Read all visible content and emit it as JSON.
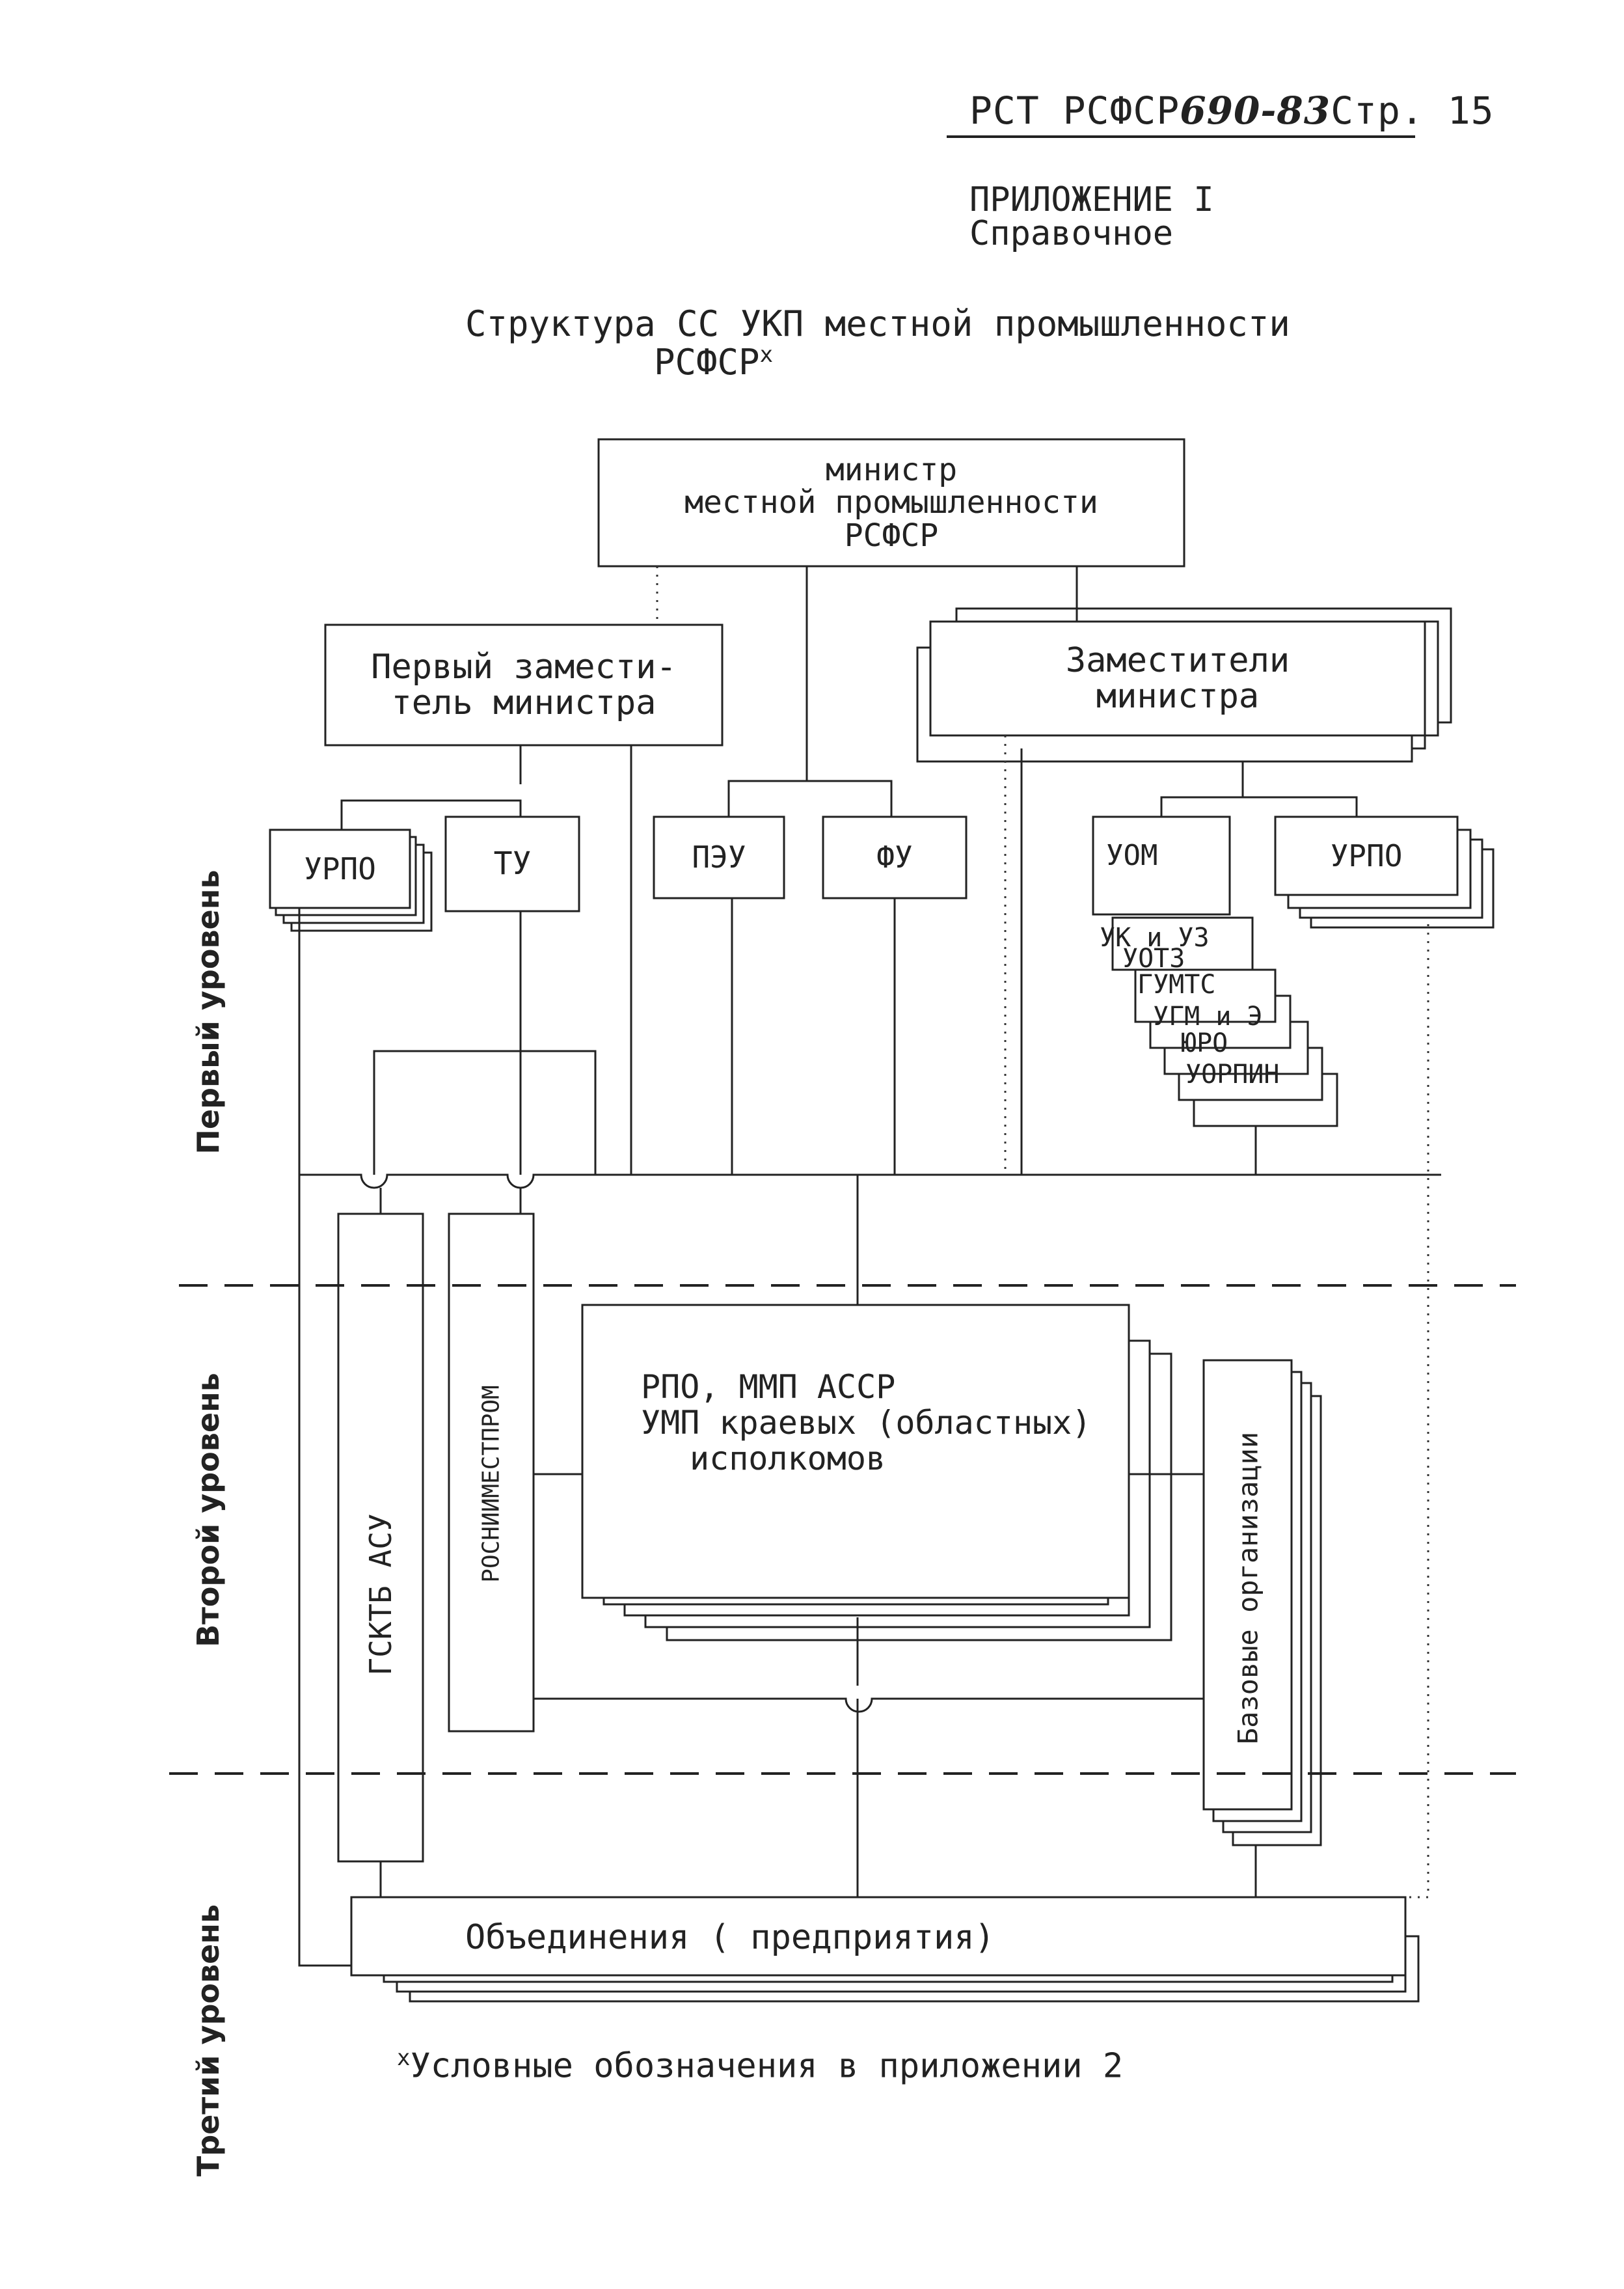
{
  "header": {
    "standard": "РСТ РСФСР",
    "number_handwritten": "690-83",
    "page": "Стр. 15"
  },
  "appendix": {
    "label": "ПРИЛОЖЕНИЕ I",
    "kind": "Справочное"
  },
  "title": {
    "line1": "Структура СС УКП местной промышленности",
    "line2": "РСФСР",
    "marker": "x"
  },
  "boxes": {
    "minister": [
      "министр",
      "местной промышленности",
      "РСФСР"
    ],
    "first_deputy": [
      "Первый замести-",
      "тель министра"
    ],
    "deputies": [
      "Заместители",
      "министра"
    ],
    "urpo_left": "УРПО",
    "tu": "ТУ",
    "peu": "ПЭУ",
    "fu": "ФУ",
    "uom_stack": [
      "УОМ",
      "УК и УЗ",
      "УОТЗ",
      "ГУМТС",
      "УГМ и Э",
      "ЮРО",
      "УОРПИН"
    ],
    "urpo_right": "УРПО",
    "gskt_asu": "ГСКТБ АСУ",
    "rosniimestprom": "РОСНИИМЕСТПРОМ",
    "rpo": [
      "РПО, ММП АССР",
      "УМП краевых (областных)",
      "исполкомов"
    ],
    "base_orgs": "Базовые организации",
    "enterprises": "Объединения ( предприятия)"
  },
  "levels": {
    "first": "Первый уровень",
    "second": "Второй уровень",
    "third": "Третий уровень"
  },
  "footnote": {
    "marker": "x",
    "text": "Условные обозначения в приложении 2"
  }
}
